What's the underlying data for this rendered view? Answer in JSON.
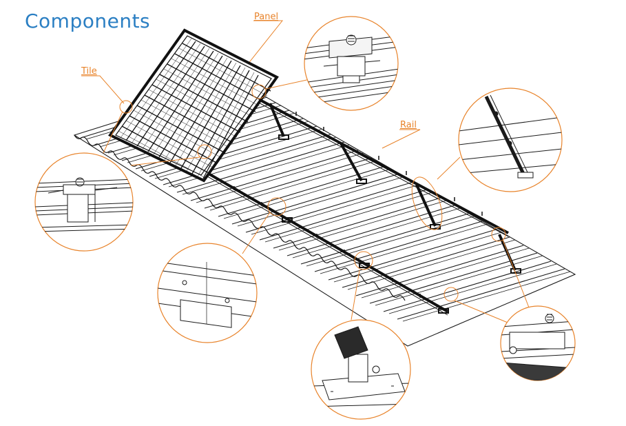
{
  "title": "Components",
  "labels": {
    "panel": "Panel",
    "tile": "Tile",
    "rail": "Rail"
  },
  "colors": {
    "title": "#2b7fc3",
    "accent": "#e8832a",
    "ink": "#1a1a1a"
  },
  "detail_views": [
    "panel-clamp-detail",
    "tile-clamp-detail",
    "rail-tilt-leg-detail",
    "rail-splice-detail",
    "tilt-bracket-detail",
    "end-clamp-detail"
  ]
}
